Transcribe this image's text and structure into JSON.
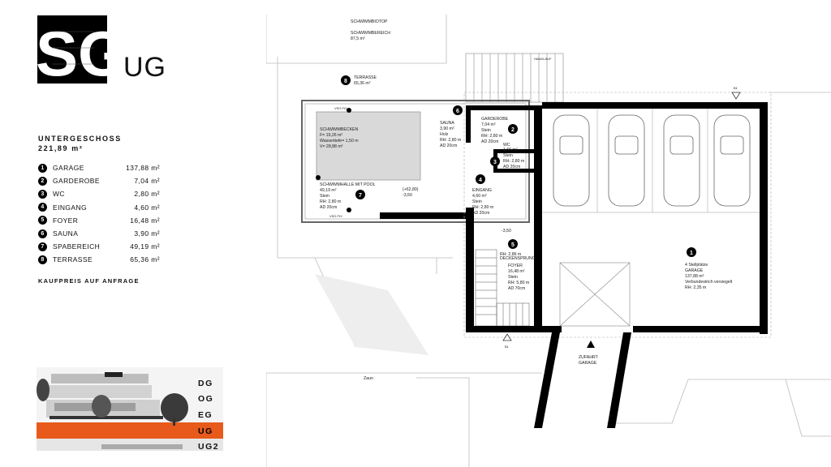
{
  "header": {
    "logo_letters": "SG",
    "floor_code": "UG"
  },
  "summary": {
    "title_line1": "UNTERGESCHOSS",
    "title_line2": "221,89 m²"
  },
  "rooms": [
    {
      "num": "1",
      "name": "GARAGE",
      "area": "137,88 m²"
    },
    {
      "num": "2",
      "name": "GARDEROBE",
      "area": "7,04 m²"
    },
    {
      "num": "3",
      "name": "WC",
      "area": "2,80 m²"
    },
    {
      "num": "4",
      "name": "EINGANG",
      "area": "4,60 m²"
    },
    {
      "num": "5",
      "name": "FOYER",
      "area": "16,48 m²"
    },
    {
      "num": "6",
      "name": "SAUNA",
      "area": "3,90 m²"
    },
    {
      "num": "7",
      "name": "SPABEREICH",
      "area": "49,19 m²"
    },
    {
      "num": "8",
      "name": "TERRASSE",
      "area": "65,36 m²"
    }
  ],
  "price_note": "KAUFPREIS AUF ANFRAGE",
  "levels": [
    "DG",
    "OG",
    "EG",
    "UG",
    "UG2"
  ],
  "active_level": "UG",
  "colors": {
    "accent": "#e85a1b",
    "ink": "#000000"
  },
  "plan": {
    "schwimmbiotop": "SCHWIMMBIOTOP",
    "schwimmbereich": "SCHWIMMBEREICH",
    "schwimmbereich_area": "87,5 m²",
    "terrasse_num": "8",
    "terrasse_name": "TERRASSE",
    "terrasse_area": "65,36 m²",
    "becken_name": "SCHWIMMBECKEN",
    "becken_f": "F= 19,26 m²",
    "becken_depth": "Wassertiefe= 1,50 m",
    "becken_v": "V= 28,88 m³",
    "halle_name": "SCHWIMMHALLE MIT POOL",
    "halle_num": "7",
    "halle_area": "49,19 m²",
    "halle_floor": "Stein",
    "halle_rh": "RH: 2,80 m",
    "halle_ad": "AD 20cm",
    "halle_level1": "(+62,80)",
    "halle_level2": "-3,50",
    "sauna_num": "6",
    "sauna_name": "SAUNA",
    "sauna_area": "3,90 m²",
    "sauna_floor": "Holz",
    "sauna_rh": "RH: 2,80 m",
    "sauna_ad": "AD 20cm",
    "garderobe_num": "2",
    "garderobe_name": "GARDEROBE",
    "garderobe_area": "7,04 m²",
    "garderobe_floor": "Stein",
    "garderobe_rh": "RH: 2,80 m",
    "garderobe_ad": "AD 20cm",
    "wc_num": "3",
    "wc_name": "WC",
    "wc_area": "1,66 m²",
    "wc_floor": "Stein",
    "wc_rh": "RH: 2,80 m",
    "wc_ad": "AD 20cm",
    "eingang_num": "4",
    "eingang_name": "EINGANG",
    "eingang_area": "4,60 m²",
    "eingang_floor": "Stein",
    "eingang_rh": "RH: 2,80 m",
    "eingang_ad": "AD 20cm",
    "foyer_level": "-3,50",
    "foyer_num": "5",
    "foyer_rh_note": "RH: 2,86 m",
    "foyer_deckensprung": "DECKENSPRUNG",
    "foyer_name": "FOYER",
    "foyer_area": "16,48 m²",
    "foyer_floor": "Stein",
    "foyer_rh": "RH: 5,80 m",
    "foyer_ad": "AD 70cm",
    "garage_num": "1",
    "garage_spots": "4 Stellplätze",
    "garage_name": "GARAGE",
    "garage_area": "137,88 m²",
    "garage_floor": "Verbundestrich versiegelt",
    "garage_rh": "RH: 2,35 m",
    "zufahrt_line1": "ZUFAHRT",
    "zufahrt_line2": "GARAGE",
    "zaun": "Zaun",
    "handlauf": "HANDLAUF",
    "vsg_fix": "VSG FIX",
    "section_mark": "B1"
  }
}
